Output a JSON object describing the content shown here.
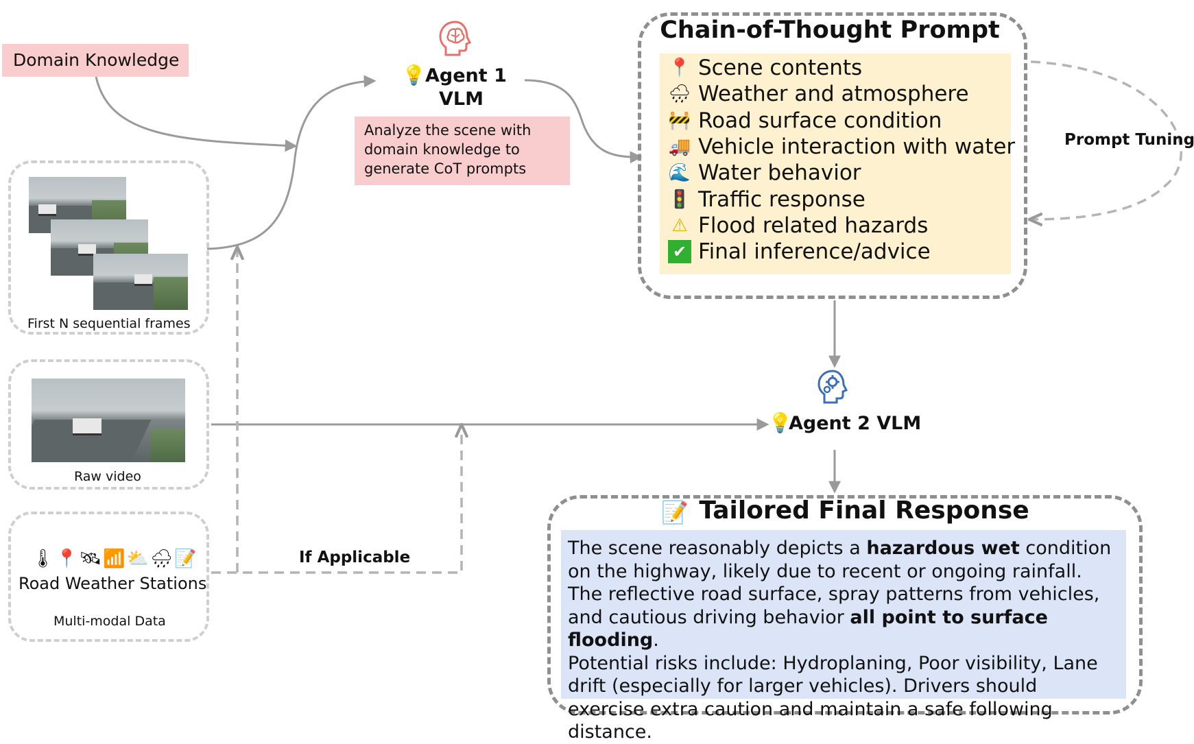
{
  "domain_knowledge": "Domain Knowledge",
  "agent1": {
    "title_line1": "Agent 1",
    "title_line2": "VLM",
    "task": "Analyze the scene with domain knowledge to generate CoT prompts"
  },
  "cot": {
    "title": "Chain-of-Thought Prompt",
    "items": [
      {
        "icon": "pushpin-icon",
        "glyph": "📍",
        "label": "Scene contents"
      },
      {
        "icon": "cloud-rain-icon",
        "glyph": "🌧",
        "label": "Weather and atmosphere"
      },
      {
        "icon": "construction-barrier-icon",
        "glyph": "🚧",
        "label": "Road surface condition"
      },
      {
        "icon": "truck-icon",
        "glyph": "🚚",
        "label": "Vehicle interaction with water"
      },
      {
        "icon": "water-wave-icon",
        "glyph": "🌊",
        "label": "Water behavior"
      },
      {
        "icon": "traffic-light-icon",
        "glyph": "🚦",
        "label": "Traffic response"
      },
      {
        "icon": "warning-icon",
        "glyph": "⚠",
        "label": "Flood related hazards"
      },
      {
        "icon": "check-mark-icon",
        "glyph": "✔",
        "label": "Final inference/advice"
      }
    ]
  },
  "prompt_tuning": "Prompt Tuning",
  "frames_caption": "First N sequential frames",
  "raw_video_caption": "Raw video",
  "rws": {
    "icons": [
      "thermometer-icon",
      "pushpin-icon",
      "satellite-icon",
      "signal-bars-icon",
      "sun-cloud-icon",
      "cloud-rain-icon",
      "memo-icon"
    ],
    "glyphs": "🌡📍🛰📶⛅🌧📝",
    "title": "Road Weather Stations",
    "caption": "Multi-modal Data"
  },
  "if_applicable": "If Applicable",
  "agent2": {
    "title": "Agent 2 VLM"
  },
  "final": {
    "title": "Tailored Final Response",
    "p1_a": "The scene reasonably depicts a ",
    "p1_b": "hazardous wet",
    "p1_c": " condition on the highway, likely due to recent or ongoing rainfall.",
    "p2_a": "The reflective road surface, spray patterns from vehicles, and cautious driving behavior ",
    "p2_b": "all point to surface flooding",
    "p2_c": ".",
    "p3": "Potential risks include: Hydroplaning, Poor visibility, Lane drift (especially for larger vehicles). Drivers should exercise extra caution and maintain a safe following distance."
  },
  "colors": {
    "pink": "#f9cccd",
    "cot_panel": "#fdf1cf",
    "final_panel": "#dce5f7",
    "arrow": "#9a9a9a",
    "brain_icon": "#e8706a",
    "gear_head_icon": "#3a6fb8"
  }
}
